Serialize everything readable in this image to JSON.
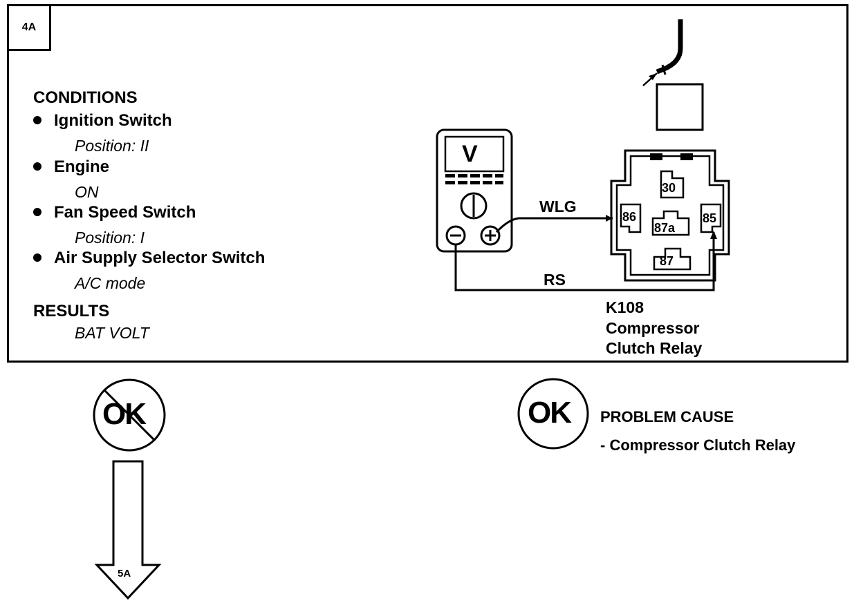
{
  "step_label": "4A",
  "conditions": {
    "header": "CONDITIONS",
    "items": [
      {
        "label": "Ignition Switch",
        "detail": "Position: II"
      },
      {
        "label": "Engine",
        "detail": "ON"
      },
      {
        "label": "Fan Speed Switch",
        "detail": "Position: I"
      },
      {
        "label": "Air Supply Selector Switch",
        "detail": "A/C mode"
      }
    ]
  },
  "results": {
    "header": "RESULTS",
    "value": "BAT VOLT"
  },
  "meter": {
    "display": "V",
    "minus": "−",
    "plus": "+"
  },
  "wires": {
    "top": "WLG",
    "bottom": "RS"
  },
  "relay": {
    "id": "K108",
    "name_line1": "Compressor",
    "name_line2": "Clutch Relay",
    "pins": [
      "30",
      "86",
      "87a",
      "85",
      "87"
    ]
  },
  "not_ok": {
    "label": "OK",
    "next_step": "5A"
  },
  "ok": {
    "label": "OK",
    "cause_header": "PROBLEM CAUSE",
    "cause": "- Compressor Clutch Relay"
  }
}
